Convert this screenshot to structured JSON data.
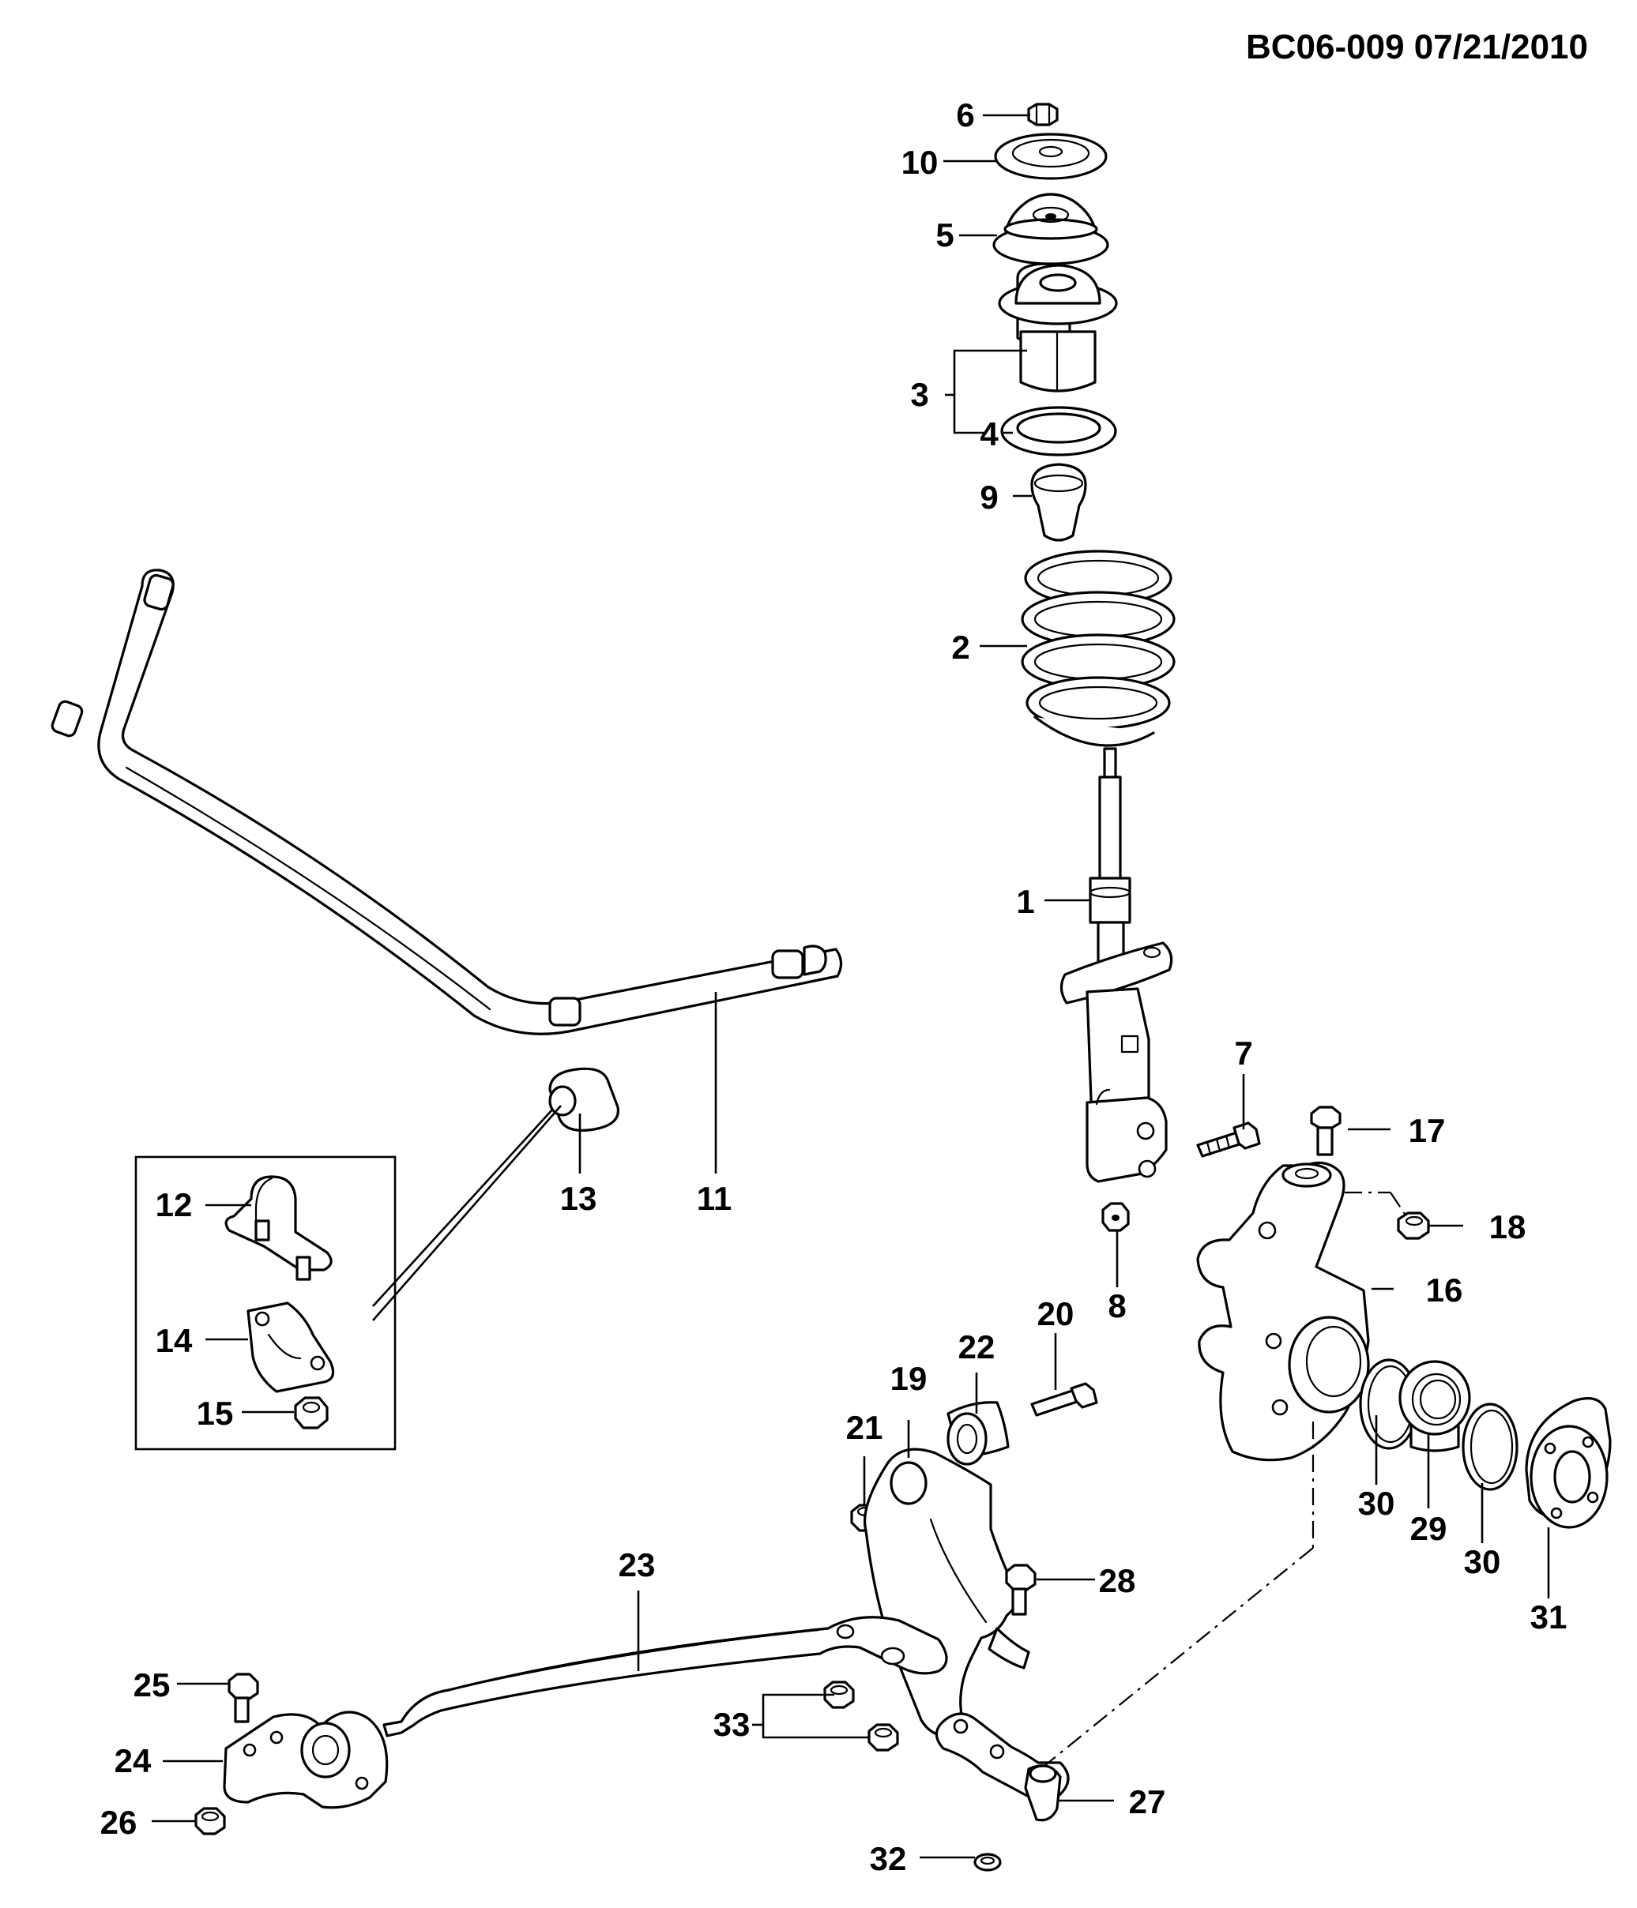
{
  "header": {
    "code": "BC06-009 07/21/2010"
  },
  "callouts": [
    {
      "id": "c1",
      "text": "1"
    },
    {
      "id": "c2",
      "text": "2"
    },
    {
      "id": "c3",
      "text": "3"
    },
    {
      "id": "c4",
      "text": "4"
    },
    {
      "id": "c5",
      "text": "5"
    },
    {
      "id": "c6",
      "text": "6"
    },
    {
      "id": "c7",
      "text": "7"
    },
    {
      "id": "c8",
      "text": "8"
    },
    {
      "id": "c9",
      "text": "9"
    },
    {
      "id": "c10",
      "text": "10"
    },
    {
      "id": "c11",
      "text": "11"
    },
    {
      "id": "c12",
      "text": "12"
    },
    {
      "id": "c13",
      "text": "13"
    },
    {
      "id": "c14",
      "text": "14"
    },
    {
      "id": "c15",
      "text": "15"
    },
    {
      "id": "c16",
      "text": "16"
    },
    {
      "id": "c17",
      "text": "17"
    },
    {
      "id": "c18",
      "text": "18"
    },
    {
      "id": "c19",
      "text": "19"
    },
    {
      "id": "c20",
      "text": "20"
    },
    {
      "id": "c21",
      "text": "21"
    },
    {
      "id": "c22",
      "text": "22"
    },
    {
      "id": "c23",
      "text": "23"
    },
    {
      "id": "c24",
      "text": "24"
    },
    {
      "id": "c25",
      "text": "25"
    },
    {
      "id": "c26",
      "text": "26"
    },
    {
      "id": "c27",
      "text": "27"
    },
    {
      "id": "c28",
      "text": "28"
    },
    {
      "id": "c29",
      "text": "29"
    },
    {
      "id": "c30a",
      "text": "30"
    },
    {
      "id": "c30b",
      "text": "30"
    },
    {
      "id": "c31",
      "text": "31"
    },
    {
      "id": "c32",
      "text": "32"
    },
    {
      "id": "c33",
      "text": "33"
    }
  ]
}
